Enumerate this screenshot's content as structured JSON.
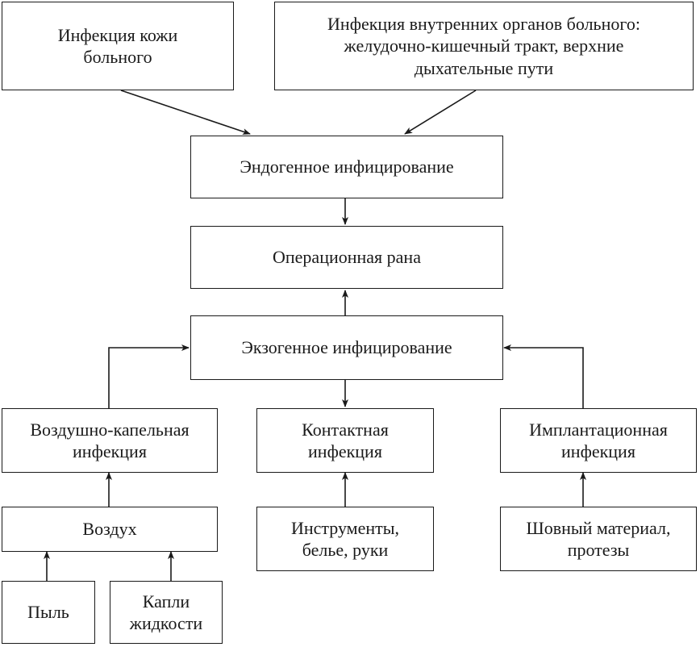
{
  "nodes": {
    "skin_infection": {
      "lines": [
        "Инфекция кожи",
        "больного"
      ]
    },
    "internal_infection": {
      "lines": [
        "Инфекция внутренних органов больного:",
        "желудочно-кишечный тракт, верхние",
        "дыхательные пути"
      ]
    },
    "endogenous": {
      "lines": [
        "Эндогенное инфицирование"
      ]
    },
    "wound": {
      "lines": [
        "Операционная рана"
      ]
    },
    "exogenous": {
      "lines": [
        "Экзогенное инфицирование"
      ]
    },
    "airborne": {
      "lines": [
        "Воздушно-капельная",
        "инфекция"
      ]
    },
    "contact": {
      "lines": [
        "Контактная",
        "инфекция"
      ]
    },
    "implant": {
      "lines": [
        "Имплантационная",
        "инфекция"
      ]
    },
    "air": {
      "lines": [
        "Воздух"
      ]
    },
    "instruments": {
      "lines": [
        "Инструменты,",
        "белье, руки"
      ]
    },
    "suture": {
      "lines": [
        "Шовный материал,",
        "протезы"
      ]
    },
    "dust": {
      "lines": [
        "Пыль"
      ]
    },
    "droplets": {
      "lines": [
        "Капли",
        "жидкости"
      ]
    }
  },
  "edges": [
    {
      "from": "skin_infection",
      "to": "endogenous"
    },
    {
      "from": "internal_infection",
      "to": "endogenous"
    },
    {
      "from": "endogenous",
      "to": "wound"
    },
    {
      "from": "exogenous",
      "to": "wound"
    },
    {
      "from": "airborne",
      "to": "exogenous"
    },
    {
      "from": "implant",
      "to": "exogenous"
    },
    {
      "from": "exogenous",
      "to": "contact"
    },
    {
      "from": "air",
      "to": "airborne"
    },
    {
      "from": "instruments",
      "to": "contact"
    },
    {
      "from": "suture",
      "to": "implant"
    },
    {
      "from": "dust",
      "to": "air"
    },
    {
      "from": "droplets",
      "to": "air"
    }
  ]
}
